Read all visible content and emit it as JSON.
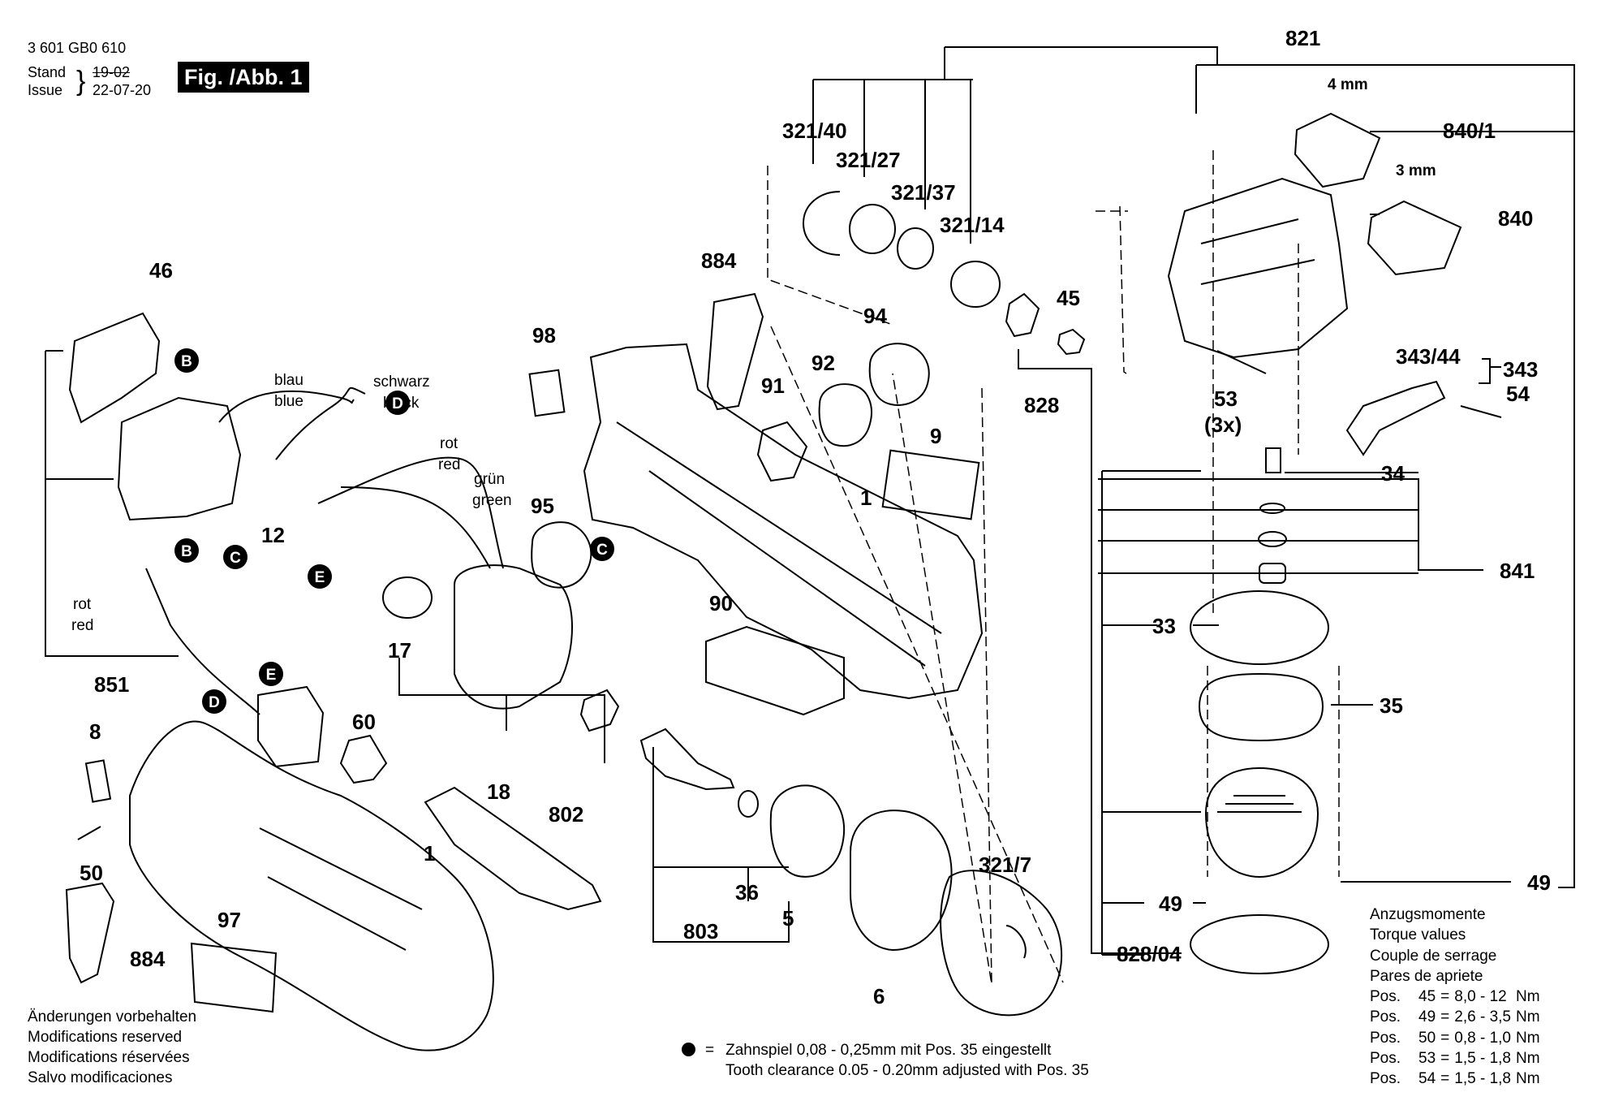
{
  "header": {
    "doc_number": "3 601 GB0 610",
    "stand_label": "Stand",
    "issue_label": "Issue",
    "stand_old_date": "19-02",
    "issue_date": "22-07-20",
    "figure_label": "Fig. /Abb. 1"
  },
  "part_labels": {
    "p821": "821",
    "p321_40": "321/40",
    "p321_27": "321/27",
    "p321_37": "321/37",
    "p321_14": "321/14",
    "p840_1": "840/1",
    "p840": "840",
    "mm4": "4 mm",
    "mm3": "3 mm",
    "p884_top": "884",
    "p94": "94",
    "p45": "45",
    "p92": "92",
    "p91": "91",
    "p98": "98",
    "p828": "828",
    "p53": "53",
    "p3x": "(3x)",
    "p343_44": "343/44",
    "p343": "343",
    "p54": "54",
    "p9": "9",
    "p1_top": "1",
    "p95": "95",
    "p34": "34",
    "p841": "841",
    "p90": "90",
    "p33": "33",
    "p35": "35",
    "p46": "46",
    "p12": "12",
    "p17": "17",
    "p851": "851",
    "p8": "8",
    "p60": "60",
    "p18": "18",
    "p802": "802",
    "p1_bottom": "1",
    "p50": "50",
    "p36": "36",
    "p5": "5",
    "p803": "803",
    "p321_7": "321/7",
    "p49_left": "49",
    "p49_right": "49",
    "p828_04": "828/04",
    "p97": "97",
    "p884_bottom": "884",
    "p6": "6"
  },
  "connector_markers": {
    "B1": "B",
    "B2": "B",
    "C1": "C",
    "C2": "C",
    "D1": "D",
    "D2": "D",
    "E1": "E",
    "E2": "E"
  },
  "wire_labels": {
    "blau": "blau",
    "blue": "blue",
    "schwarz": "schwarz",
    "black": "black",
    "rot1": "rot",
    "red1": "red",
    "gruen": "grün",
    "green": "green",
    "rot2": "rot",
    "red2": "red"
  },
  "notes": {
    "line1": "Änderungen vorbehalten",
    "line2": "Modifications reserved",
    "line3": "Modifications réservées",
    "line4": "Salvo modificaciones"
  },
  "footnote": {
    "equals": "=",
    "line1": "Zahnspiel 0,08 - 0,25mm mit Pos. 35 eingestellt",
    "line2": "Tooth clearance 0.05 - 0.20mm adjusted with Pos. 35"
  },
  "torque": {
    "title1": "Anzugsmomente",
    "title2": "Torque values",
    "title3": "Couple de serrage",
    "title4": "Pares de apriete",
    "rows": [
      {
        "pos": "Pos.",
        "num": "45",
        "eq": "=",
        "value": "8,0 - 12",
        "unit": "Nm"
      },
      {
        "pos": "Pos.",
        "num": "49",
        "eq": "=",
        "value": "2,6 - 3,5",
        "unit": "Nm"
      },
      {
        "pos": "Pos.",
        "num": "50",
        "eq": "=",
        "value": "0,8 - 1,0",
        "unit": "Nm"
      },
      {
        "pos": "Pos.",
        "num": "53",
        "eq": "=",
        "value": "1,5 - 1,8",
        "unit": "Nm"
      },
      {
        "pos": "Pos.",
        "num": "54",
        "eq": "=",
        "value": "1,5 - 1,8",
        "unit": "Nm"
      }
    ]
  }
}
